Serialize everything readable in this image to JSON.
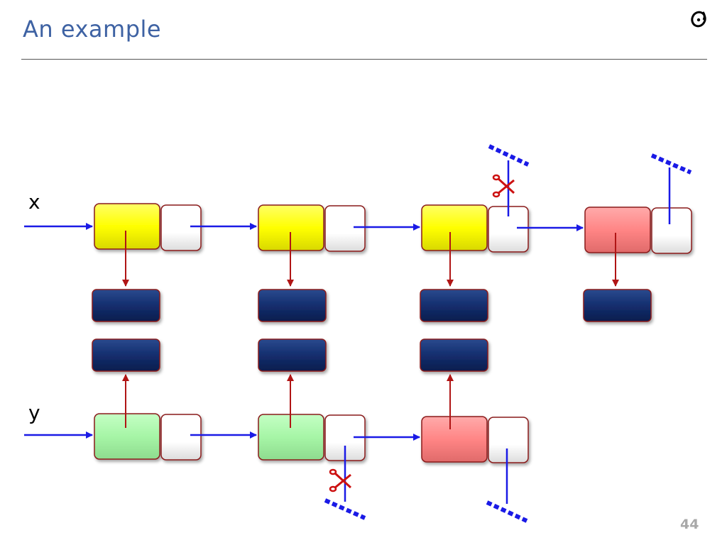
{
  "title": "An example",
  "page_number": "44",
  "diagram": {
    "variables": [
      {
        "name": "x"
      },
      {
        "name": "y"
      }
    ],
    "x_chain": [
      "yellow",
      "yellow",
      "yellow",
      "pink"
    ],
    "y_chain": [
      "green",
      "green",
      "pink"
    ],
    "shared_items": 4,
    "cut_links": [
      "x_chain.node3.next",
      "y_chain.node2.next"
    ]
  },
  "colors": {
    "title": "#3e62a3",
    "link_arrow": "#1a1ae6",
    "item_arrow": "#b01515",
    "yellow_cell": "#ffff00",
    "green_cell": "#a6f5a6",
    "pink_cell": "#ff8585",
    "item_cell": "#142e6e",
    "next_cell": "#ffffff",
    "scissors": "#cc1111"
  },
  "icons": {
    "logo": "eiffel-logo-icon",
    "cut": "scissors-icon",
    "void": "void-reference-icon"
  }
}
